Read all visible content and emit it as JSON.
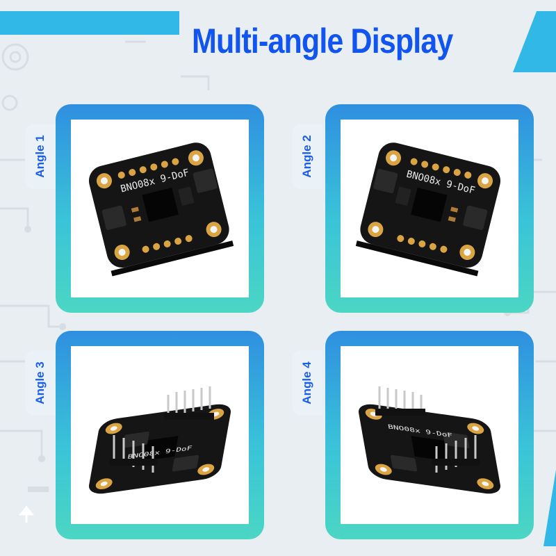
{
  "title": "Multi-angle Display",
  "colors": {
    "accent_blue": "#1155ee",
    "panel_top": "#2f8fe0",
    "panel_bottom": "#4bd6c4",
    "board": "#141414"
  },
  "panels": [
    {
      "label": "Angle 1",
      "silkscreen": "BNO08x 9-DoF",
      "headers_soldered": false
    },
    {
      "label": "Angle 2",
      "silkscreen": "BNO08x 9-DoF",
      "headers_soldered": false
    },
    {
      "label": "Angle 3",
      "silkscreen": "BNO08x 9-DoF",
      "headers_soldered": true
    },
    {
      "label": "Angle 4",
      "silkscreen": "BNO08x 9-DoF",
      "headers_soldered": true
    }
  ]
}
